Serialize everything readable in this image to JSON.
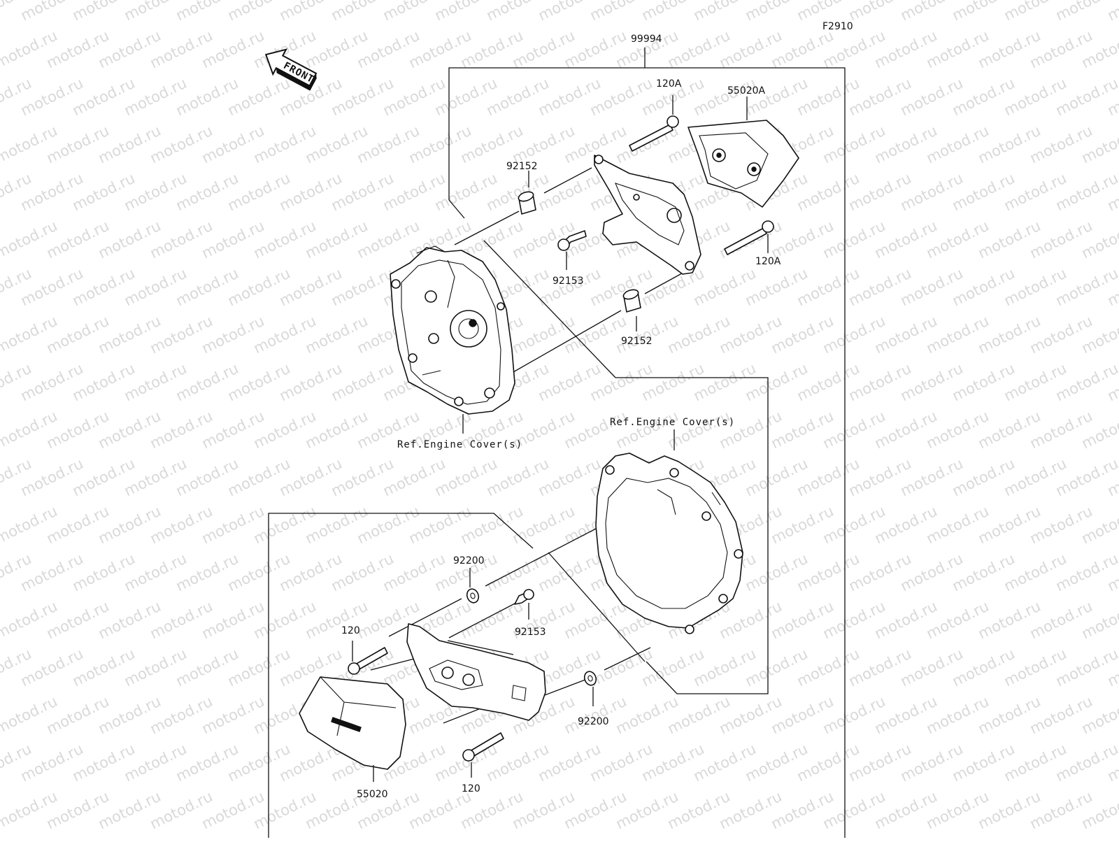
{
  "diagram": {
    "figure_code": "F2910",
    "front_arrow_text": "FRONT",
    "watermark_text": "motod.ru",
    "accent_color": "#111111",
    "watermark_color": "#d9d9d9",
    "upper_group": {
      "kit_number": "99994",
      "parts": {
        "bolt_top": "120A",
        "slider_top": "55020A",
        "collar_top": "92152",
        "screw_top": "92153",
        "bolt_right": "120A",
        "collar_bottom": "92152"
      },
      "ref_label": "Ref.Engine Cover(s)"
    },
    "lower_group": {
      "ref_label": "Ref.Engine Cover(s)",
      "parts": {
        "washer_top": "92200",
        "screw": "92153",
        "bolt_top": "120",
        "washer_bottom": "92200",
        "slider": "55020",
        "bolt_bottom": "120"
      }
    }
  }
}
